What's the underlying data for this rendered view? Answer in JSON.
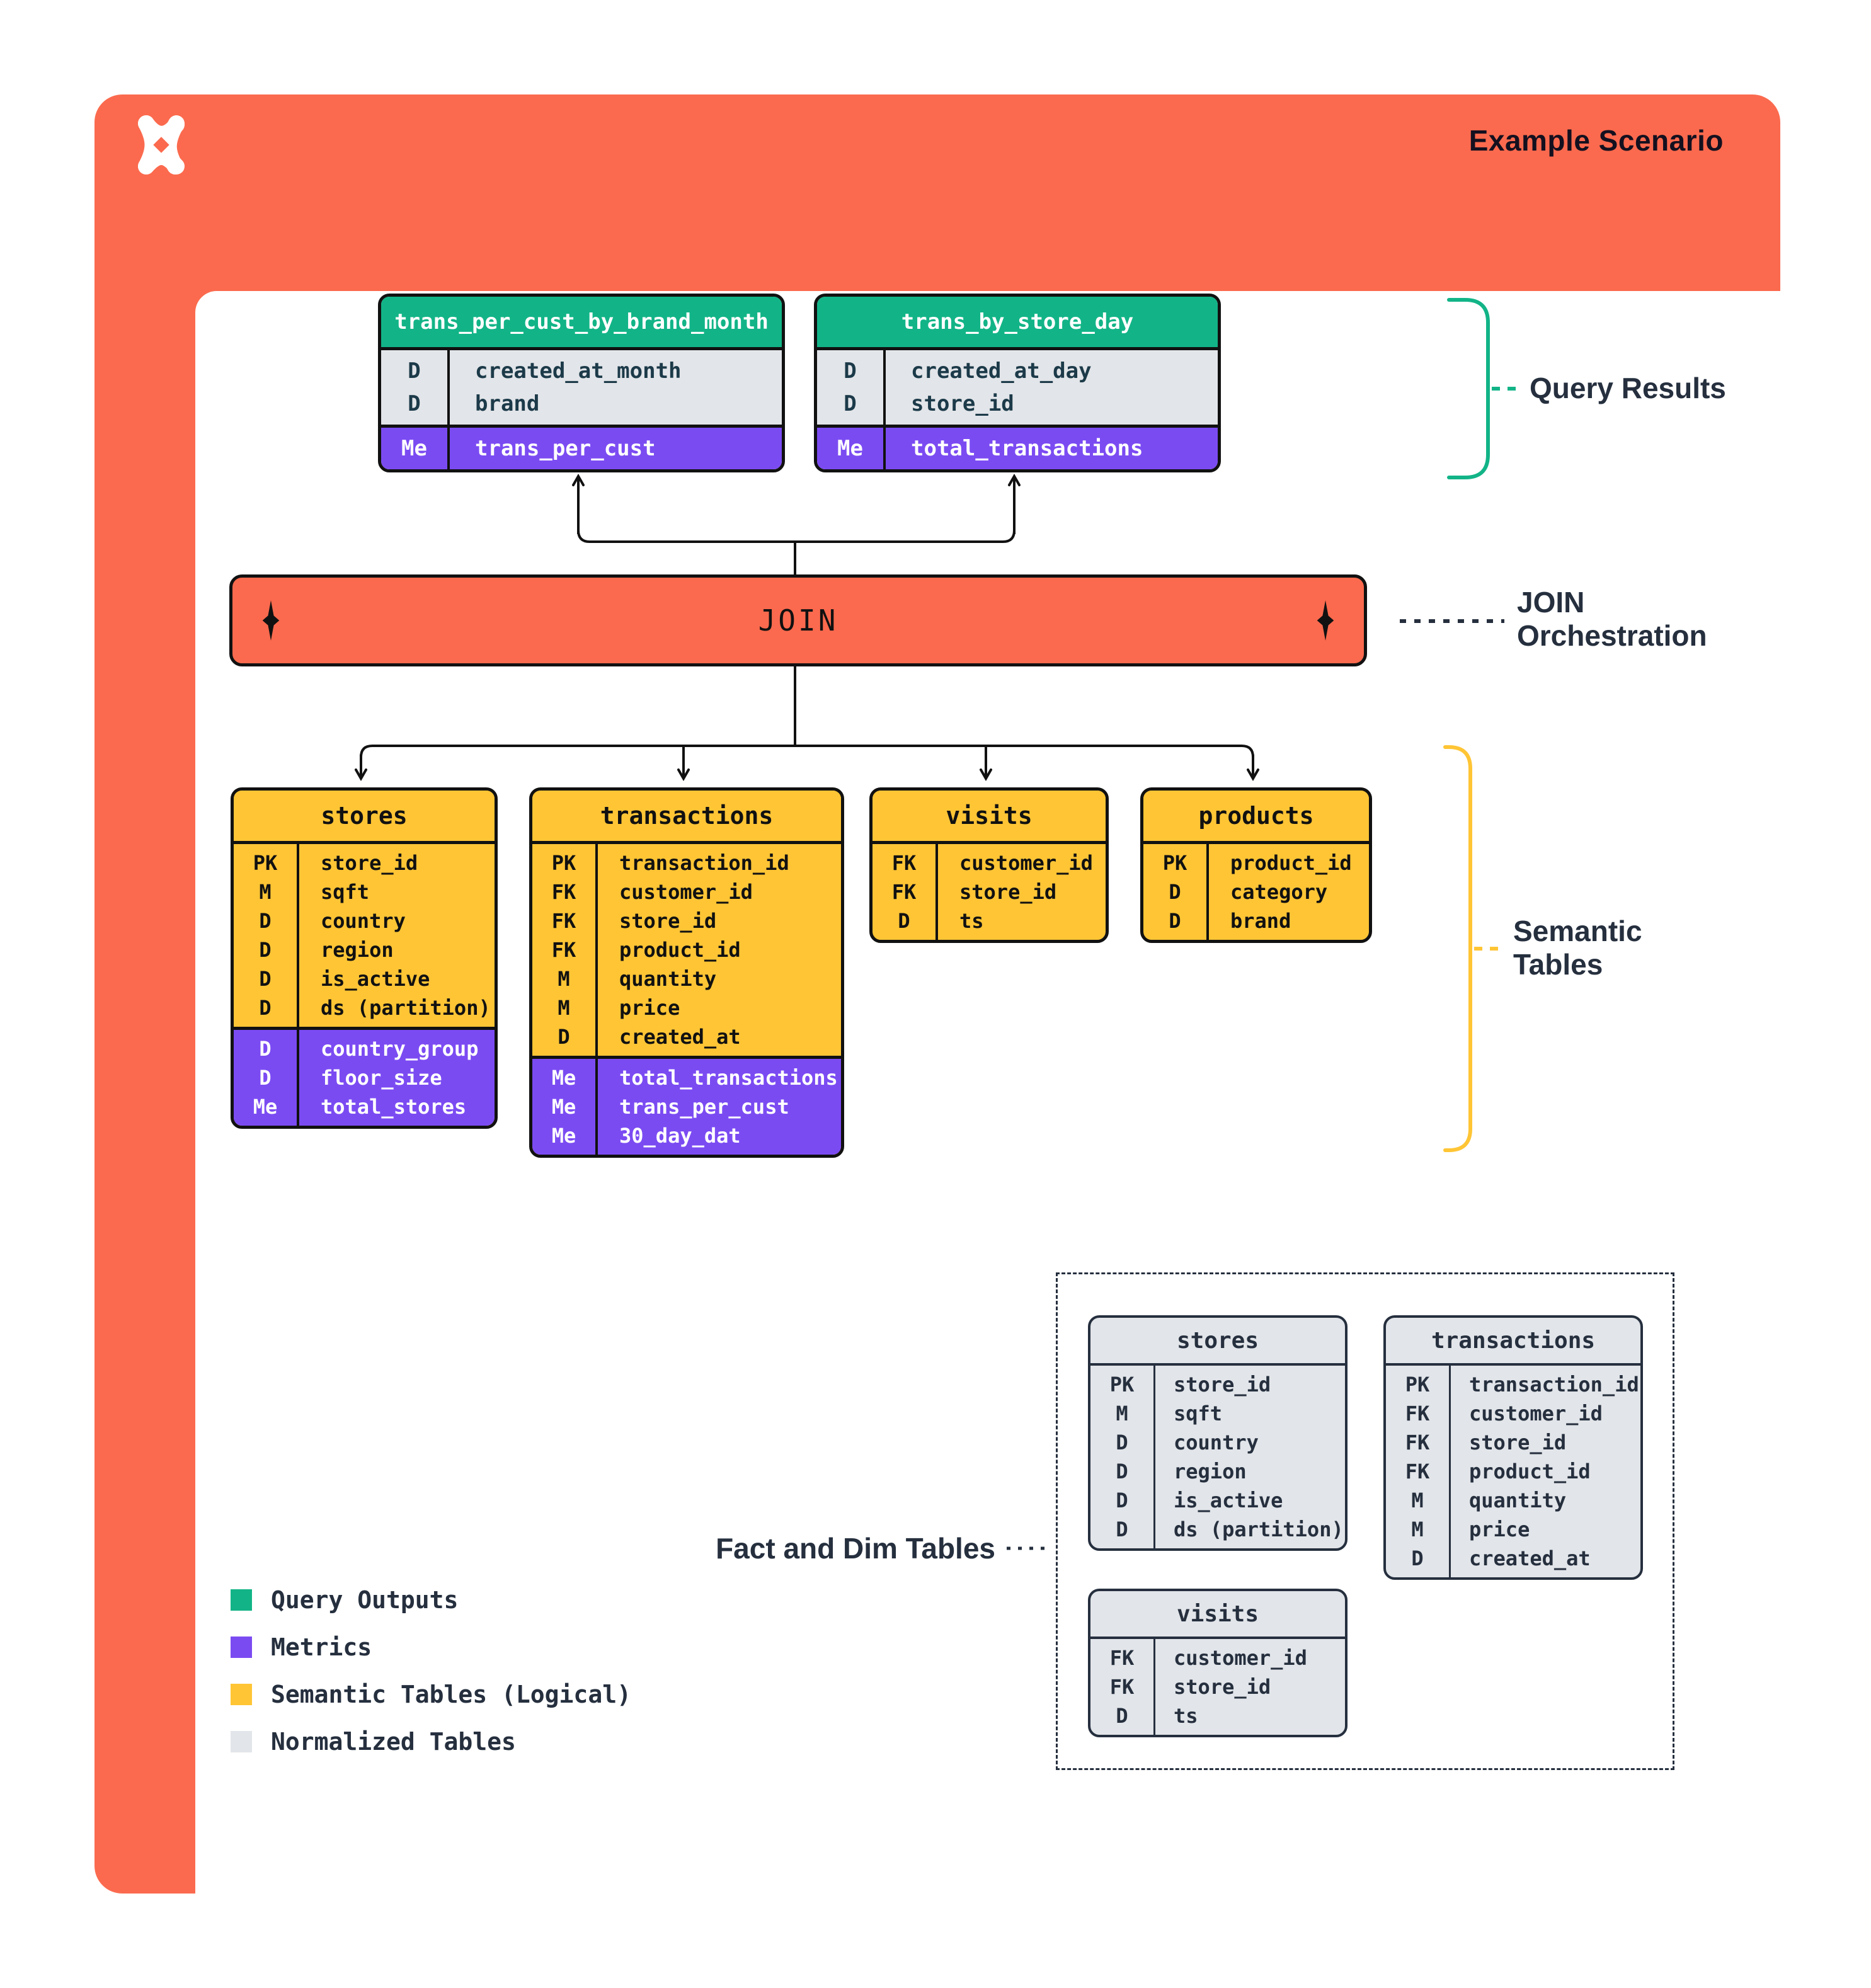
{
  "header": {
    "title": "Example Scenario",
    "logo": "pinwheel-x-logo"
  },
  "join": {
    "label": "JOIN"
  },
  "annotations": {
    "query_results": "Query Results",
    "join_orchestration": "JOIN Orchestration",
    "semantic_tables": "Semantic Tables",
    "fact_dim": "Fact and Dim Tables"
  },
  "query_tables": [
    {
      "name": "trans_per_cust_by_brand_month",
      "fields": [
        [
          "D",
          "created_at_month"
        ],
        [
          "D",
          "brand"
        ]
      ],
      "metrics": [
        [
          "Me",
          "trans_per_cust"
        ]
      ]
    },
    {
      "name": "trans_by_store_day",
      "fields": [
        [
          "D",
          "created_at_day"
        ],
        [
          "D",
          "store_id"
        ]
      ],
      "metrics": [
        [
          "Me",
          "total_transactions"
        ]
      ]
    }
  ],
  "semantic": {
    "tables": [
      {
        "name": "stores",
        "fields": [
          [
            "PK",
            "store_id"
          ],
          [
            "M",
            "sqft"
          ],
          [
            "D",
            "country"
          ],
          [
            "D",
            "region"
          ],
          [
            "D",
            "is_active"
          ],
          [
            "D",
            "ds (partition)"
          ]
        ],
        "metrics": [
          [
            "D",
            "country_group"
          ],
          [
            "D",
            "floor_size"
          ],
          [
            "Me",
            "total_stores"
          ]
        ]
      },
      {
        "name": "transactions",
        "fields": [
          [
            "PK",
            "transaction_id"
          ],
          [
            "FK",
            "customer_id"
          ],
          [
            "FK",
            "store_id"
          ],
          [
            "FK",
            "product_id"
          ],
          [
            "M",
            "quantity"
          ],
          [
            "M",
            "price"
          ],
          [
            "D",
            "created_at"
          ]
        ],
        "metrics": [
          [
            "Me",
            "total_transactions"
          ],
          [
            "Me",
            "trans_per_cust"
          ],
          [
            "Me",
            "30_day_dat"
          ]
        ]
      },
      {
        "name": "visits",
        "fields": [
          [
            "FK",
            "customer_id"
          ],
          [
            "FK",
            "store_id"
          ],
          [
            "D",
            "ts"
          ]
        ],
        "metrics": []
      },
      {
        "name": "products",
        "fields": [
          [
            "PK",
            "product_id"
          ],
          [
            "D",
            "category"
          ],
          [
            "D",
            "brand"
          ]
        ],
        "metrics": []
      }
    ]
  },
  "normalized": {
    "tables": [
      {
        "name": "stores",
        "fields": [
          [
            "PK",
            "store_id"
          ],
          [
            "M",
            "sqft"
          ],
          [
            "D",
            "country"
          ],
          [
            "D",
            "region"
          ],
          [
            "D",
            "is_active"
          ],
          [
            "D",
            "ds (partition)"
          ]
        ]
      },
      {
        "name": "transactions",
        "fields": [
          [
            "PK",
            "transaction_id"
          ],
          [
            "FK",
            "customer_id"
          ],
          [
            "FK",
            "store_id"
          ],
          [
            "FK",
            "product_id"
          ],
          [
            "M",
            "quantity"
          ],
          [
            "M",
            "price"
          ],
          [
            "D",
            "created_at"
          ]
        ]
      },
      {
        "name": "visits",
        "fields": [
          [
            "FK",
            "customer_id"
          ],
          [
            "FK",
            "store_id"
          ],
          [
            "D",
            "ts"
          ]
        ]
      }
    ]
  },
  "legend": [
    {
      "color": "#12B487",
      "label": "Query Outputs"
    },
    {
      "color": "#7B4BF2",
      "label": "Metrics"
    },
    {
      "color": "#FFC535",
      "label": "Semantic Tables (Logical)"
    },
    {
      "color": "#E2E5E9",
      "label": "Normalized Tables"
    }
  ],
  "colors": {
    "orange": "#FB6A4E",
    "green": "#12B487",
    "purple": "#7B4BF2",
    "yellow": "#FFC535",
    "gray": "#E2E5E9",
    "navy": "#252F3E"
  }
}
